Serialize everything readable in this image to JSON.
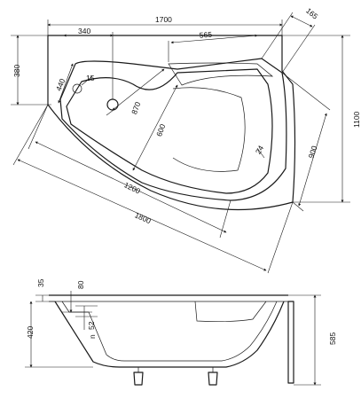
{
  "top_view": {
    "width_total": "1700",
    "width_front": "165",
    "drain_offset": "340",
    "rear_length": "565",
    "left_depth": "380",
    "overflow_height": "440",
    "overflow_radius": "15",
    "inner_width": "870",
    "inner_depth": "600",
    "corner_depth": "24",
    "right_depth": "900",
    "depth_total": "1100",
    "inner_length": "1200",
    "overall_length": "1800"
  },
  "side_view": {
    "rim_height": "35",
    "step_height": "80",
    "overflow_dim": "52",
    "overflow_prefix": "n",
    "inner_height": "420",
    "total_height": "585"
  }
}
